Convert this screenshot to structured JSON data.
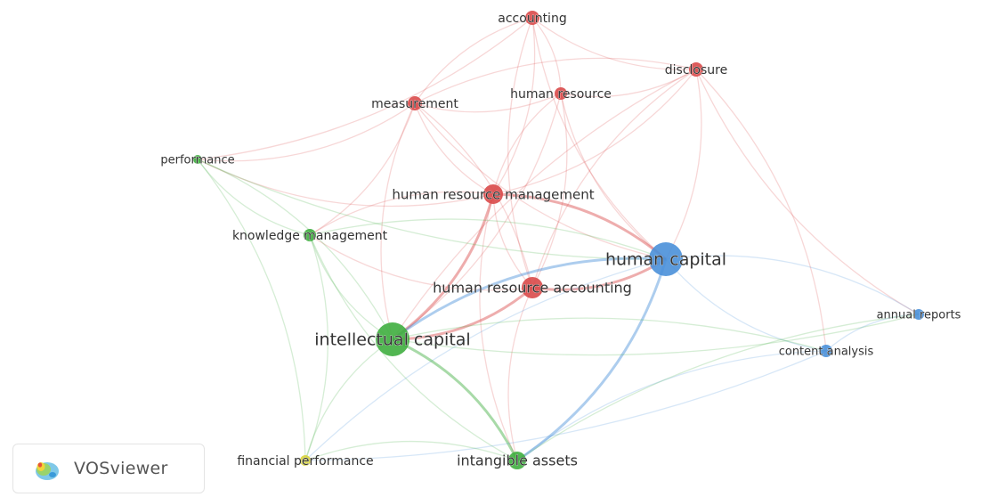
{
  "brand": {
    "name": "VOSviewer"
  },
  "colors": {
    "red": "#d94a4a",
    "green": "#3fae3f",
    "blue": "#4a90d9",
    "yellow": "#d8d43a"
  },
  "network": {
    "nodes": [
      {
        "id": "accounting",
        "label": "accounting",
        "cluster": "red",
        "weight": 2
      },
      {
        "id": "disclosure",
        "label": "disclosure",
        "cluster": "red",
        "weight": 2
      },
      {
        "id": "human-resource",
        "label": "human resource",
        "cluster": "red",
        "weight": 2
      },
      {
        "id": "measurement",
        "label": "measurement",
        "cluster": "red",
        "weight": 2
      },
      {
        "id": "performance",
        "label": "performance",
        "cluster": "green",
        "weight": 1
      },
      {
        "id": "hrm",
        "label": "human resource management",
        "cluster": "red",
        "weight": 3
      },
      {
        "id": "knowledge-management",
        "label": "knowledge management",
        "cluster": "green",
        "weight": 2
      },
      {
        "id": "human-capital",
        "label": "human capital",
        "cluster": "blue",
        "weight": 5
      },
      {
        "id": "hra",
        "label": "human resource accounting",
        "cluster": "red",
        "weight": 3
      },
      {
        "id": "annual-reports",
        "label": "annual reports",
        "cluster": "blue",
        "weight": 1
      },
      {
        "id": "intellectual-capital",
        "label": "intellectual capital",
        "cluster": "green",
        "weight": 5
      },
      {
        "id": "content-analysis",
        "label": "content analysis",
        "cluster": "blue",
        "weight": 2
      },
      {
        "id": "financial-performance",
        "label": "financial performance",
        "cluster": "yellow",
        "weight": 1
      },
      {
        "id": "intangible-assets",
        "label": "intangible assets",
        "cluster": "green",
        "weight": 3
      }
    ],
    "links": [
      [
        "accounting",
        "disclosure"
      ],
      [
        "accounting",
        "human-resource"
      ],
      [
        "accounting",
        "measurement"
      ],
      [
        "accounting",
        "hrm"
      ],
      [
        "accounting",
        "hra"
      ],
      [
        "accounting",
        "performance"
      ],
      [
        "accounting",
        "human-capital"
      ],
      [
        "disclosure",
        "human-resource"
      ],
      [
        "disclosure",
        "measurement"
      ],
      [
        "disclosure",
        "hrm"
      ],
      [
        "disclosure",
        "hra"
      ],
      [
        "disclosure",
        "human-capital"
      ],
      [
        "disclosure",
        "annual-reports"
      ],
      [
        "disclosure",
        "content-analysis"
      ],
      [
        "disclosure",
        "intellectual-capital"
      ],
      [
        "human-resource",
        "measurement"
      ],
      [
        "human-resource",
        "hrm"
      ],
      [
        "human-resource",
        "hra"
      ],
      [
        "human-resource",
        "human-capital"
      ],
      [
        "human-resource",
        "intellectual-capital"
      ],
      [
        "measurement",
        "hrm"
      ],
      [
        "measurement",
        "hra"
      ],
      [
        "measurement",
        "human-capital"
      ],
      [
        "measurement",
        "performance"
      ],
      [
        "measurement",
        "intellectual-capital"
      ],
      [
        "measurement",
        "knowledge-management"
      ],
      [
        "hrm",
        "hra"
      ],
      [
        "hrm",
        "human-capital"
      ],
      [
        "hrm",
        "knowledge-management"
      ],
      [
        "hrm",
        "intellectual-capital"
      ],
      [
        "hrm",
        "intangible-assets"
      ],
      [
        "hrm",
        "performance"
      ],
      [
        "hra",
        "human-capital"
      ],
      [
        "hra",
        "intellectual-capital"
      ],
      [
        "hra",
        "intangible-assets"
      ],
      [
        "hra",
        "knowledge-management"
      ],
      [
        "performance",
        "knowledge-management"
      ],
      [
        "performance",
        "intellectual-capital"
      ],
      [
        "performance",
        "human-capital"
      ],
      [
        "performance",
        "financial-performance"
      ],
      [
        "knowledge-management",
        "intellectual-capital"
      ],
      [
        "knowledge-management",
        "human-capital"
      ],
      [
        "knowledge-management",
        "intangible-assets"
      ],
      [
        "knowledge-management",
        "financial-performance"
      ],
      [
        "human-capital",
        "intellectual-capital"
      ],
      [
        "human-capital",
        "annual-reports"
      ],
      [
        "human-capital",
        "content-analysis"
      ],
      [
        "human-capital",
        "intangible-assets"
      ],
      [
        "human-capital",
        "financial-performance"
      ],
      [
        "intellectual-capital",
        "intangible-assets"
      ],
      [
        "intellectual-capital",
        "financial-performance"
      ],
      [
        "intellectual-capital",
        "content-analysis"
      ],
      [
        "intellectual-capital",
        "annual-reports"
      ],
      [
        "content-analysis",
        "annual-reports"
      ],
      [
        "content-analysis",
        "intangible-assets"
      ],
      [
        "content-analysis",
        "financial-performance"
      ],
      [
        "intangible-assets",
        "financial-performance"
      ],
      [
        "intangible-assets",
        "annual-reports"
      ]
    ]
  }
}
